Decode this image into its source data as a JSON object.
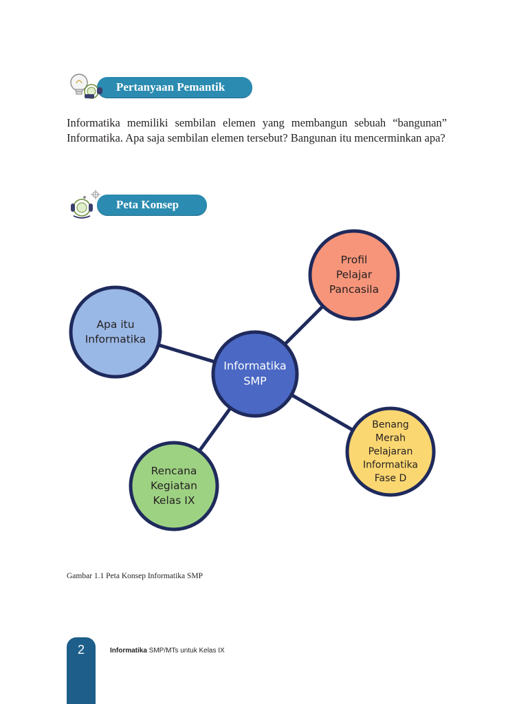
{
  "sections": {
    "apersepsi": {
      "title": "Pertanyaan Pemantik",
      "icon": "lightbulb-icon"
    },
    "peta": {
      "title": "Peta Konsep",
      "icon": "atom-lightbulb-icon"
    }
  },
  "paragraph": "Informatika memiliki sembilan elemen yang membangun sebuah “bangunan” Informatika. Apa  saja sembilan elemen tersebut? Bangunan itu mencerminkan apa?",
  "concept_map": {
    "center": {
      "lines": [
        "Informatika",
        "SMP"
      ],
      "color": "#4a68c4"
    },
    "nodes": [
      {
        "lines": [
          "Apa itu",
          "Informatika"
        ],
        "color": "#9ab8e6"
      },
      {
        "lines": [
          "Profil",
          "Pelajar",
          "Pancasila"
        ],
        "color": "#f7957a"
      },
      {
        "lines": [
          "Benang",
          "Merah",
          "Pelajaran",
          "Informatika",
          "Fase D"
        ],
        "color": "#fbd772"
      },
      {
        "lines": [
          "Rencana",
          "Kegiatan",
          "Kelas IX"
        ],
        "color": "#9ed283"
      }
    ],
    "stroke_color": "#1f2a5c"
  },
  "caption": "Gambar 1.1 Peta Konsep Informatika SMP",
  "footer": {
    "page_number": "2",
    "book_title_bold": "Informatika",
    "book_title_rest": " SMP/MTs untuk Kelas IX"
  },
  "colors": {
    "accent": "#2b8bb0",
    "tab": "#1d5f8a"
  }
}
